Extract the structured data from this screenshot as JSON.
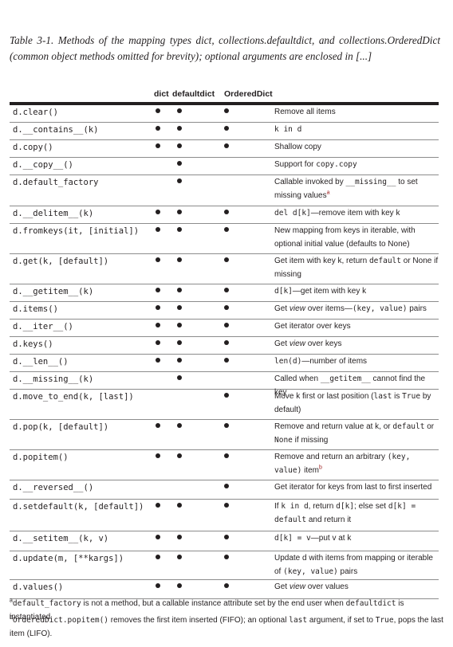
{
  "caption": "Table 3-1. Methods of the mapping types dict, collections.defaultdict, and collections.OrderedDict (common object methods omitted for brevity); optional arguments are enclosed in [...]",
  "columns": {
    "dict": "dict",
    "defaultdict": "defaultdict",
    "ordereddict": "OrderedDict"
  },
  "rows": [
    {
      "method": "d.clear()",
      "dict": true,
      "defaultdict": true,
      "ordereddict": true,
      "description": [
        {
          "t": "Remove all items"
        }
      ]
    },
    {
      "method": "d.__contains__(k)",
      "dict": true,
      "defaultdict": true,
      "ordereddict": true,
      "description": [
        {
          "t": "k in d",
          "code": true
        }
      ]
    },
    {
      "method": "d.copy()",
      "dict": true,
      "defaultdict": true,
      "ordereddict": true,
      "description": [
        {
          "t": "Shallow copy"
        }
      ]
    },
    {
      "method": "d.__copy__()",
      "dict": false,
      "defaultdict": true,
      "ordereddict": false,
      "description": [
        {
          "t": "Support for "
        },
        {
          "t": "copy.copy",
          "code": true
        }
      ]
    },
    {
      "method": "d.default_factory",
      "dict": false,
      "defaultdict": true,
      "ordereddict": false,
      "description": [
        {
          "t": "Callable invoked by "
        },
        {
          "t": "__missing__",
          "code": true
        },
        {
          "t": " to set missing values"
        },
        {
          "t": "a",
          "sup": true
        }
      ]
    },
    {
      "method": "d.__delitem__(k)",
      "dict": true,
      "defaultdict": true,
      "ordereddict": true,
      "description": [
        {
          "t": "del d[k]",
          "code": true
        },
        {
          "t": "—remove item with key k"
        }
      ]
    },
    {
      "method": "d.fromkeys(it, [initial])",
      "dict": true,
      "defaultdict": true,
      "ordereddict": true,
      "description": [
        {
          "t": "New mapping from keys in iterable, with optional initial value (defaults to None)"
        }
      ]
    },
    {
      "method": "d.get(k, [default])",
      "dict": true,
      "defaultdict": true,
      "ordereddict": true,
      "description": [
        {
          "t": "Get item with key k, return "
        },
        {
          "t": "default",
          "code": true
        },
        {
          "t": " or None if missing"
        }
      ]
    },
    {
      "method": "d.__getitem__(k)",
      "dict": true,
      "defaultdict": true,
      "ordereddict": true,
      "description": [
        {
          "t": "d[k]",
          "code": true
        },
        {
          "t": "—get item with key k"
        }
      ]
    },
    {
      "method": "d.items()",
      "dict": true,
      "defaultdict": true,
      "ordereddict": true,
      "description": [
        {
          "t": "Get "
        },
        {
          "t": "view",
          "em": true
        },
        {
          "t": " over items—"
        },
        {
          "t": "(key, value)",
          "code": true
        },
        {
          "t": " pairs"
        }
      ]
    },
    {
      "method": "d.__iter__()",
      "dict": true,
      "defaultdict": true,
      "ordereddict": true,
      "description": [
        {
          "t": "Get iterator over keys"
        }
      ]
    },
    {
      "method": "d.keys()",
      "dict": true,
      "defaultdict": true,
      "ordereddict": true,
      "description": [
        {
          "t": "Get "
        },
        {
          "t": "view",
          "em": true
        },
        {
          "t": " over keys"
        }
      ]
    },
    {
      "method": "d.__len__()",
      "dict": true,
      "defaultdict": true,
      "ordereddict": true,
      "description": [
        {
          "t": "len(d)",
          "code": true
        },
        {
          "t": "—number of items"
        }
      ]
    },
    {
      "method": "d.__missing__(k)",
      "dict": false,
      "defaultdict": true,
      "ordereddict": false,
      "description": [
        {
          "t": "Called when "
        },
        {
          "t": "__getitem__",
          "code": true
        },
        {
          "t": " cannot find the key"
        }
      ]
    },
    {
      "method": "d.move_to_end(k, [last])",
      "dict": false,
      "defaultdict": false,
      "ordereddict": true,
      "description": [
        {
          "t": "Move k first or last position ("
        },
        {
          "t": "last",
          "code": true
        },
        {
          "t": " is "
        },
        {
          "t": "True",
          "code": true
        },
        {
          "t": " by default)"
        }
      ]
    },
    {
      "method": "d.pop(k, [default])",
      "dict": true,
      "defaultdict": true,
      "ordereddict": true,
      "description": [
        {
          "t": "Remove and return value at k, or "
        },
        {
          "t": "default",
          "code": true
        },
        {
          "t": " or "
        },
        {
          "t": "None",
          "code": true
        },
        {
          "t": " if missing"
        }
      ]
    },
    {
      "method": "d.popitem()",
      "dict": true,
      "defaultdict": true,
      "ordereddict": true,
      "description": [
        {
          "t": "Remove and return an arbitrary "
        },
        {
          "t": "(key, value)",
          "code": true
        },
        {
          "t": " item"
        },
        {
          "t": "b",
          "sup": true
        }
      ]
    },
    {
      "method": "d.__reversed__()",
      "dict": false,
      "defaultdict": false,
      "ordereddict": true,
      "description": [
        {
          "t": "Get iterator for keys from last to first inserted"
        }
      ]
    },
    {
      "method": "d.setdefault(k, [default])",
      "dict": true,
      "defaultdict": true,
      "ordereddict": true,
      "description": [
        {
          "t": "If "
        },
        {
          "t": "k in d",
          "code": true
        },
        {
          "t": ", return "
        },
        {
          "t": "d[k]",
          "code": true
        },
        {
          "t": "; else set "
        },
        {
          "t": "d[k] = default",
          "code": true
        },
        {
          "t": " and return it"
        }
      ]
    },
    {
      "method": "d.__setitem__(k, v)",
      "dict": true,
      "defaultdict": true,
      "ordereddict": true,
      "description": [
        {
          "t": "d[k] = v",
          "code": true
        },
        {
          "t": "—put v at k"
        }
      ]
    },
    {
      "method": "d.update(m, [**kargs])",
      "dict": true,
      "defaultdict": true,
      "ordereddict": true,
      "description": [
        {
          "t": "Update d with items from mapping or iterable of "
        },
        {
          "t": "(key, value)",
          "code": true
        },
        {
          "t": " pairs"
        }
      ]
    },
    {
      "method": "d.values()",
      "dict": true,
      "defaultdict": true,
      "ordereddict": true,
      "description": [
        {
          "t": "Get "
        },
        {
          "t": "view",
          "em": true
        },
        {
          "t": " over values"
        }
      ]
    }
  ],
  "footnotes": [
    {
      "mark": "a",
      "parts": [
        {
          "t": "default_factory",
          "code": true
        },
        {
          "t": " is not a method, but a callable instance attribute set by the end user when "
        },
        {
          "t": "defaultdict",
          "code": true
        },
        {
          "t": " is instantiated."
        }
      ]
    },
    {
      "mark": "b",
      "parts": [
        {
          "t": "OrderedDict.popitem()",
          "code": true
        },
        {
          "t": " removes the first item inserted (FIFO); an optional "
        },
        {
          "t": "last",
          "code": true
        },
        {
          "t": " argument, if set to "
        },
        {
          "t": "True",
          "code": true
        },
        {
          "t": ", pops the last item (LIFO)."
        }
      ]
    }
  ]
}
